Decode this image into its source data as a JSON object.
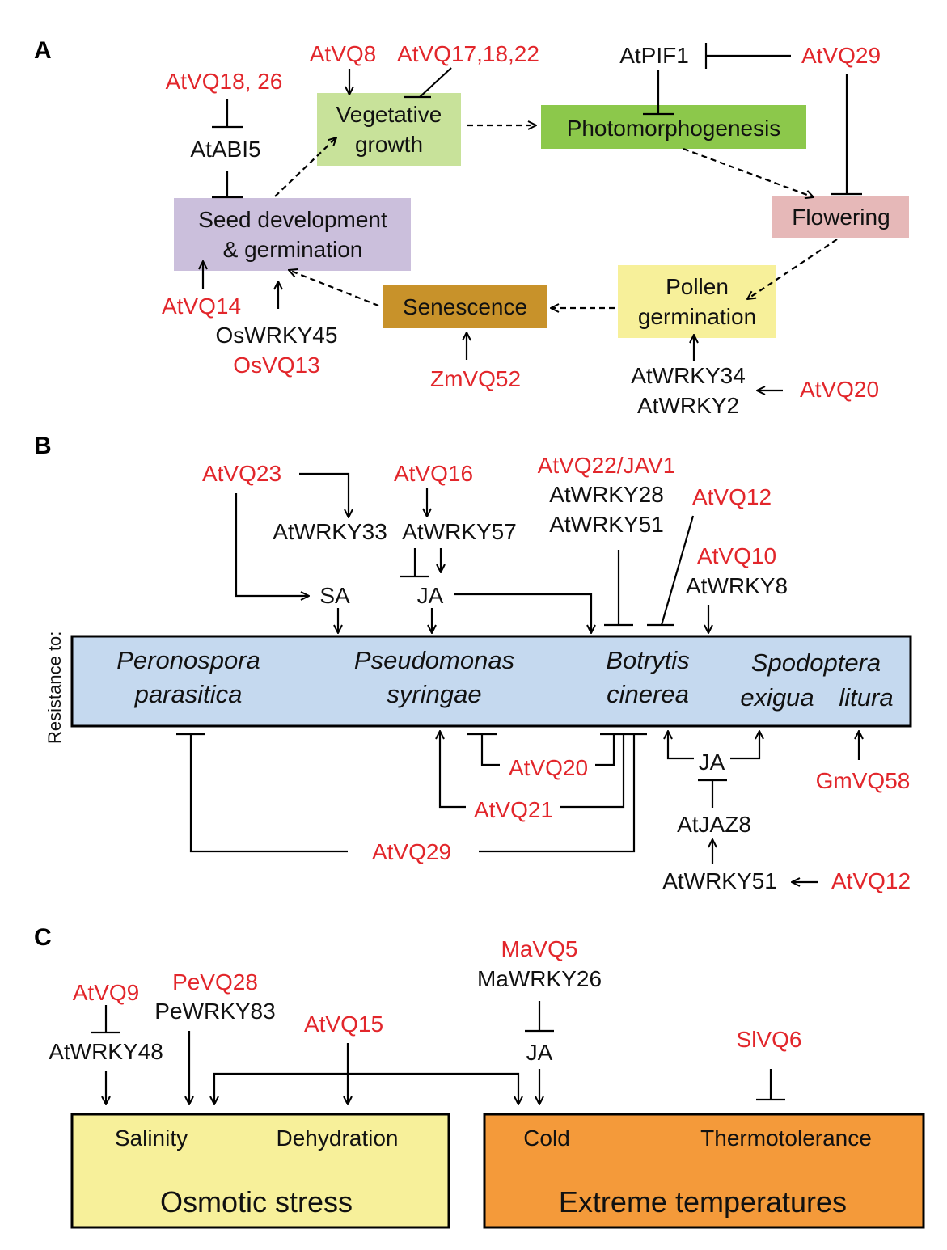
{
  "panels": {
    "a": "A",
    "b": "B",
    "c": "C"
  },
  "panel_a": {
    "seed_line1": "Seed development",
    "seed_line2": "& germination",
    "veg_line1": "Vegetative",
    "veg_line2": "growth",
    "photomorphogenesis": "Photomorphogenesis",
    "flowering": "Flowering",
    "pollen_line1": "Pollen",
    "pollen_line2": "germination",
    "senescence": "Senescence",
    "atvq18_26": "AtVQ18, 26",
    "atabi5": "AtABI5",
    "atvq8": "AtVQ8",
    "atvq17_18_22": "AtVQ17,18,22",
    "atpif1": "AtPIF1",
    "atvq29": "AtVQ29",
    "atvq14": "AtVQ14",
    "oswrky45": "OsWRKY45",
    "osvq13": "OsVQ13",
    "zmvq52": "ZmVQ52",
    "atwrky34": "AtWRKY34",
    "atwrky2": "AtWRKY2",
    "atvq20": "AtVQ20"
  },
  "panel_b": {
    "resistance_label": "Resistance to:",
    "peronospora_1": "Peronospora",
    "peronospora_2": "parasitica",
    "pseudomonas_1": "Pseudomonas",
    "pseudomonas_2": "syringae",
    "botrytis_1": "Botrytis",
    "botrytis_2": "cinerea",
    "spodoptera": "Spodoptera",
    "exigua": "exigua",
    "litura": "litura",
    "atvq23": "AtVQ23",
    "atvq16": "AtVQ16",
    "atwrky33": "AtWRKY33",
    "atwrky57": "AtWRKY57",
    "sa": "SA",
    "ja_top": "JA",
    "atvq22_jav1": "AtVQ22/JAV1",
    "atwrky28": "AtWRKY28",
    "atwrky51_top": "AtWRKY51",
    "atvq12_top": "AtVQ12",
    "atvq10": "AtVQ10",
    "atwrky8": "AtWRKY8",
    "atvq20": "AtVQ20",
    "atvq21": "AtVQ21",
    "atvq29": "AtVQ29",
    "ja_bottom": "JA",
    "atjaz8": "AtJAZ8",
    "atwrky51_bottom": "AtWRKY51",
    "atvq12_bottom": "AtVQ12",
    "gmvq58": "GmVQ58"
  },
  "panel_c": {
    "salinity": "Salinity",
    "dehydration": "Dehydration",
    "osmotic_stress": "Osmotic stress",
    "cold": "Cold",
    "thermotolerance": "Thermotolerance",
    "extreme_temperatures": "Extreme temperatures",
    "atvq9": "AtVQ9",
    "atwrky48": "AtWRKY48",
    "pevq28": "PeVQ28",
    "pewrky83": "PeWRKY83",
    "atvq15": "AtVQ15",
    "mavq5": "MaVQ5",
    "mawrky26": "MaWRKY26",
    "ja": "JA",
    "slvq6": "SlVQ6"
  },
  "colors": {
    "red_text": "#e2262b",
    "seed_box": "#cbbfdc",
    "veg_box": "#c8e29a",
    "photo_box": "#8cc84b",
    "flower_box": "#e6b8b8",
    "pollen_box": "#f7f09a",
    "senescence_box": "#c8922a",
    "resistance_box": "#c5d9ef",
    "osmotic_box": "#f7f09a",
    "temp_box": "#f49a3a"
  }
}
